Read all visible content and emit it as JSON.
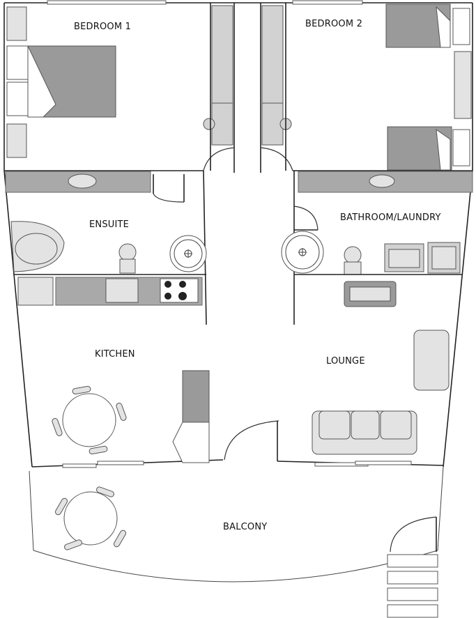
{
  "plan": {
    "rooms": {
      "bedroom1": "BEDROOM 1",
      "bedroom2": "BEDROOM 2",
      "ensuite": "ENSUITE",
      "bathroom_laundry": "BATHROOM/LAUNDRY",
      "kitchen": "KITCHEN",
      "lounge": "LOUNGE",
      "balcony": "BALCONY"
    },
    "colors": {
      "wall": "#222222",
      "bench": "#a9a9a9",
      "bed_dark": "#9a9a9a",
      "furniture_light": "#e3e3e3"
    }
  }
}
